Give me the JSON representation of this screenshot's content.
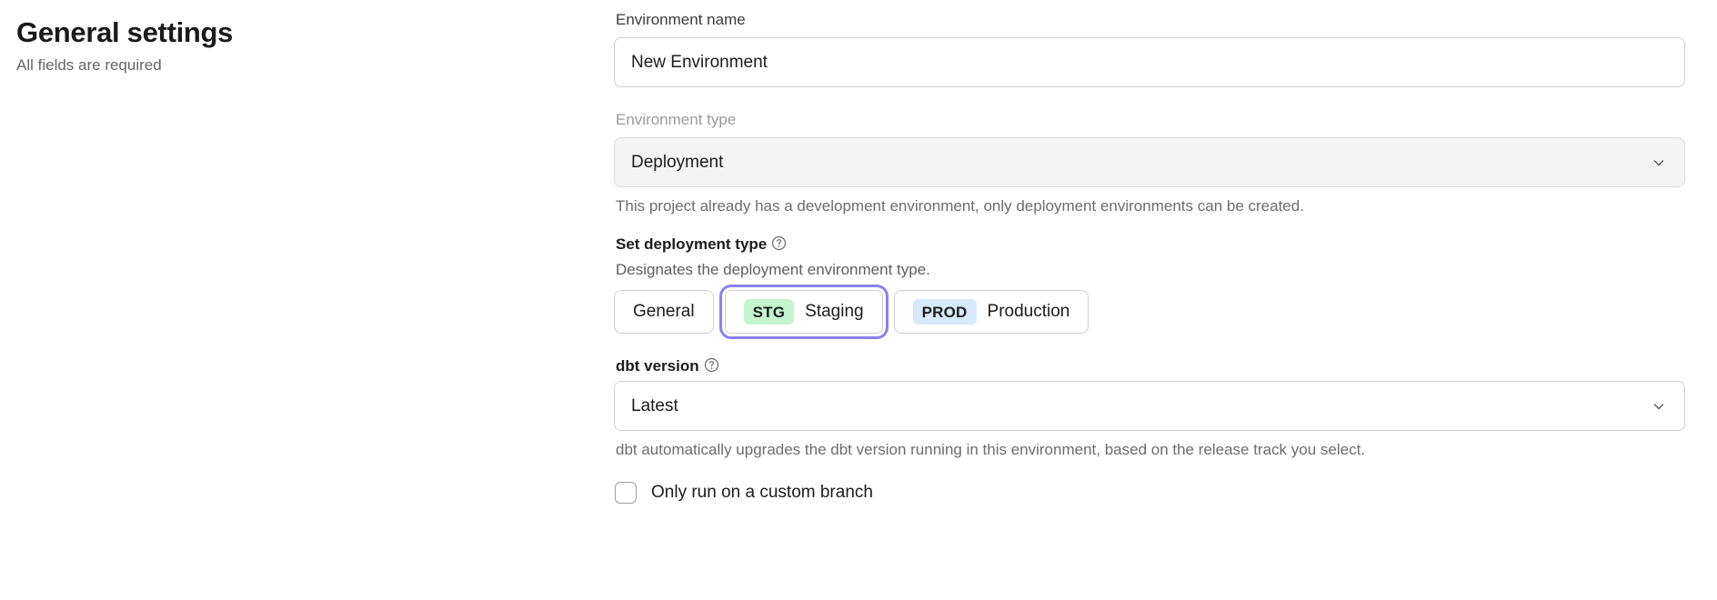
{
  "header": {
    "title": "General settings",
    "subtitle": "All fields are required"
  },
  "form": {
    "environment_name": {
      "label": "Environment name",
      "value": "New Environment",
      "placeholder": "Environment name"
    },
    "environment_type": {
      "label": "Environment type",
      "value": "Deployment",
      "helper": "This project already has a development environment, only deployment environments can be created.",
      "chevron_icon": "chevron-down-icon",
      "disabled": true
    },
    "deployment_type": {
      "label": "Set deployment type",
      "help_icon": "question-circle-icon",
      "description": "Designates the deployment environment type.",
      "options": [
        {
          "label": "General",
          "badge": "",
          "badge_bg": "",
          "selected": false
        },
        {
          "label": "Staging",
          "badge": "STG",
          "badge_bg": "#c4f5cf",
          "selected": true
        },
        {
          "label": "Production",
          "badge": "PROD",
          "badge_bg": "#d8e9fc",
          "selected": false
        }
      ],
      "selected_ring_color": "#8b7ff0"
    },
    "dbt_version": {
      "label": "dbt version",
      "help_icon": "question-circle-icon",
      "value": "Latest",
      "chevron_icon": "chevron-down-icon",
      "helper": "dbt automatically upgrades the dbt version running in this environment, based on the release track you select."
    },
    "custom_branch": {
      "label": "Only run on a custom branch",
      "checked": false
    }
  }
}
